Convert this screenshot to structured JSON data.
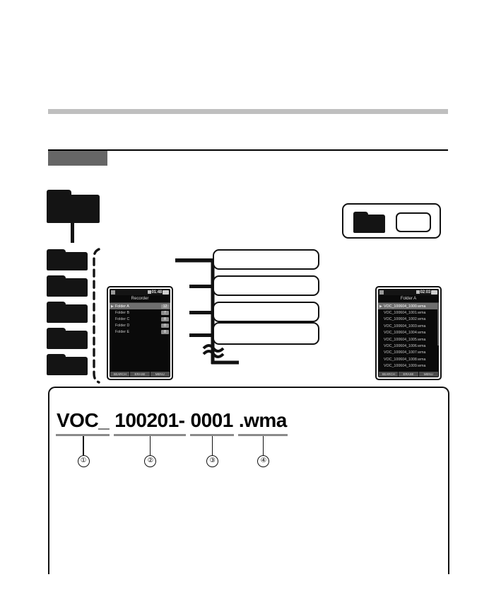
{
  "page": {
    "type": "manual-page",
    "background": "#ffffff"
  },
  "header": {
    "top_rule_color": "#bfbfbf",
    "section_rule_color": "#000000",
    "section_tab_color": "#666666"
  },
  "diagram": {
    "root_folder_label": "",
    "subfolder_count": 5,
    "legend": {
      "folder_icon": "folder-icon",
      "box_shape": "rounded-rectangle"
    },
    "branch_boxes": [
      {
        "label": ""
      },
      {
        "label": ""
      },
      {
        "label": ""
      },
      {
        "label": ""
      }
    ],
    "break_symbol": "wavy-break"
  },
  "lcd_recorder": {
    "status": {
      "left_icon": "mode-icon",
      "time": "01:48",
      "battery_icon": "battery-icon"
    },
    "title": "Recorder",
    "rows": [
      {
        "marker": "▶",
        "name": "Folder A",
        "count": "12",
        "selected": true
      },
      {
        "marker": "",
        "name": "Folder B",
        "count": "7",
        "selected": false
      },
      {
        "marker": "",
        "name": "Folder C",
        "count": "8",
        "selected": false
      },
      {
        "marker": "",
        "name": "Folder D",
        "count": "0",
        "selected": false
      },
      {
        "marker": "",
        "name": "Folder E",
        "count": "8",
        "selected": false
      }
    ],
    "softkeys": [
      "SEARCH",
      "ERASE",
      "MENU"
    ]
  },
  "lcd_folder_a": {
    "status": {
      "left_icon": "mode-icon",
      "time": "02:03",
      "battery_icon": "battery-icon"
    },
    "title": "Folder A",
    "rows": [
      {
        "marker": "▶",
        "name": "VOC_100604_1000.wma",
        "selected": true
      },
      {
        "marker": "",
        "name": "VOC_100604_1001.wma",
        "selected": false
      },
      {
        "marker": "",
        "name": "VOC_100604_1002.wma",
        "selected": false
      },
      {
        "marker": "",
        "name": "VOC_100604_1003.wma",
        "selected": false
      },
      {
        "marker": "",
        "name": "VOC_100604_1004.wma",
        "selected": false
      },
      {
        "marker": "",
        "name": "VOC_100604_1005.wma",
        "selected": false
      },
      {
        "marker": "",
        "name": "VOC_100604_1006.wma",
        "selected": false
      },
      {
        "marker": "",
        "name": "VOC_100604_1007.wma",
        "selected": false
      },
      {
        "marker": "",
        "name": "VOC_100604_1008.wma",
        "selected": false
      },
      {
        "marker": "",
        "name": "VOC_100604_1009.wma",
        "selected": false
      }
    ],
    "softkeys": [
      "SEARCH",
      "ERASE",
      "MENU"
    ]
  },
  "filename_breakdown": {
    "segments": [
      {
        "text": "VOC_",
        "callout": "①"
      },
      {
        "text": "100201-",
        "callout": "②"
      },
      {
        "text": "0001",
        "callout": "③"
      },
      {
        "text": ".wma",
        "callout": "④"
      }
    ],
    "callout_labels": [
      "①",
      "②",
      "③",
      "④"
    ]
  }
}
